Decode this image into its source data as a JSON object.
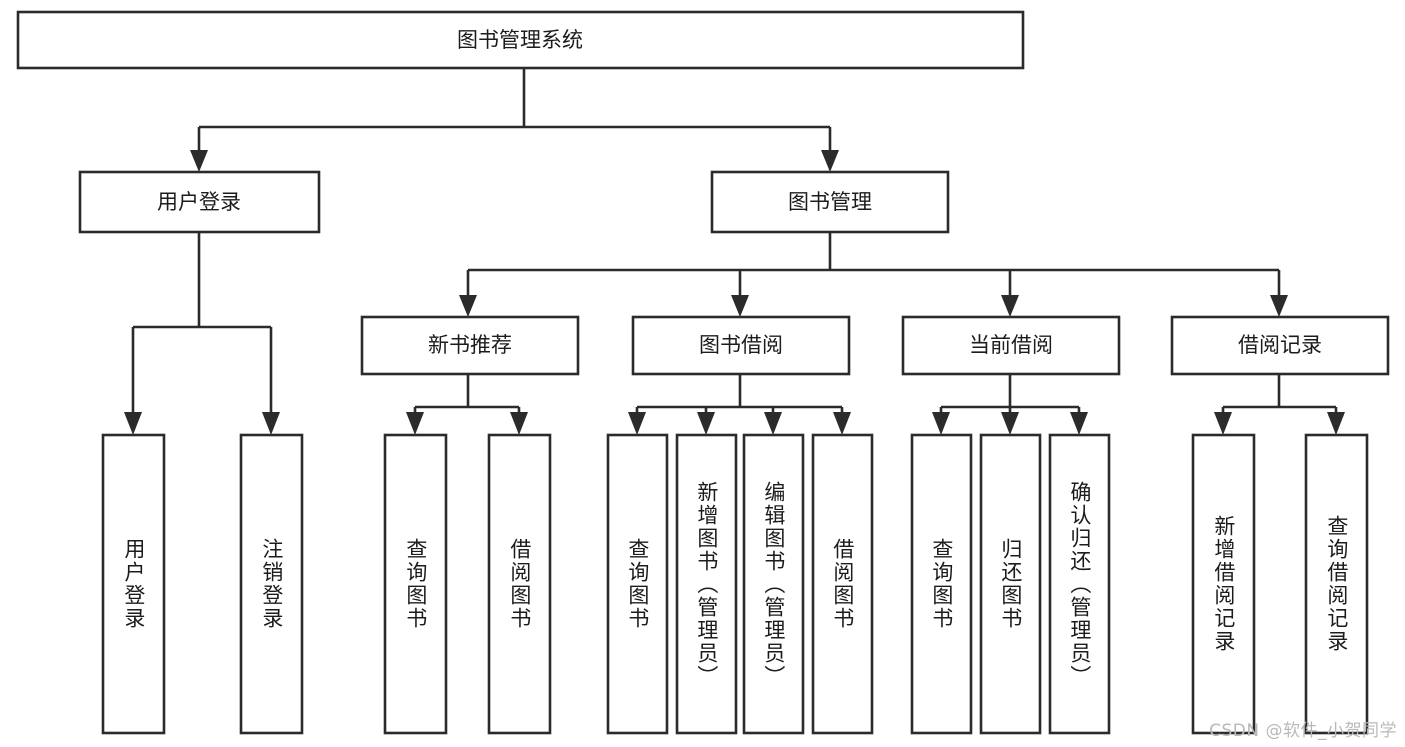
{
  "diagram": {
    "type": "tree-hierarchy-flowchart",
    "title": "图书管理系统",
    "background_color": "#ffffff",
    "line_color": "#2b2b2b",
    "text_color": "#1c1c1c",
    "root": {
      "label": "图书管理系统",
      "orientation": "horizontal"
    },
    "level2": [
      {
        "label": "用户登录",
        "orientation": "horizontal"
      },
      {
        "label": "图书管理",
        "orientation": "horizontal"
      }
    ],
    "level3": [
      {
        "label": "新书推荐",
        "orientation": "horizontal"
      },
      {
        "label": "图书借阅",
        "orientation": "horizontal"
      },
      {
        "label": "当前借阅",
        "orientation": "horizontal"
      },
      {
        "label": "借阅记录",
        "orientation": "horizontal"
      }
    ],
    "leaves": {
      "user_login": [
        {
          "label": "用户登录",
          "orientation": "vertical"
        },
        {
          "label": "注销登录",
          "orientation": "vertical"
        }
      ],
      "new_book_recommend": [
        {
          "label": "查询图书",
          "orientation": "vertical"
        },
        {
          "label": "借阅图书",
          "orientation": "vertical"
        }
      ],
      "book_borrow": [
        {
          "label": "查询图书",
          "orientation": "vertical"
        },
        {
          "label": "新增图书（管理员）",
          "orientation": "vertical"
        },
        {
          "label": "编辑图书（管理员）",
          "orientation": "vertical"
        },
        {
          "label": "借阅图书",
          "orientation": "vertical"
        }
      ],
      "current_borrow": [
        {
          "label": "查询图书",
          "orientation": "vertical"
        },
        {
          "label": "归还图书",
          "orientation": "vertical"
        },
        {
          "label": "确认归还（管理员）",
          "orientation": "vertical"
        }
      ],
      "borrow_record": [
        {
          "label": "新增借阅记录",
          "orientation": "vertical"
        },
        {
          "label": "查询借阅记录",
          "orientation": "vertical"
        }
      ]
    }
  },
  "watermark": {
    "text": "CSDN @软件_小贺同学"
  }
}
